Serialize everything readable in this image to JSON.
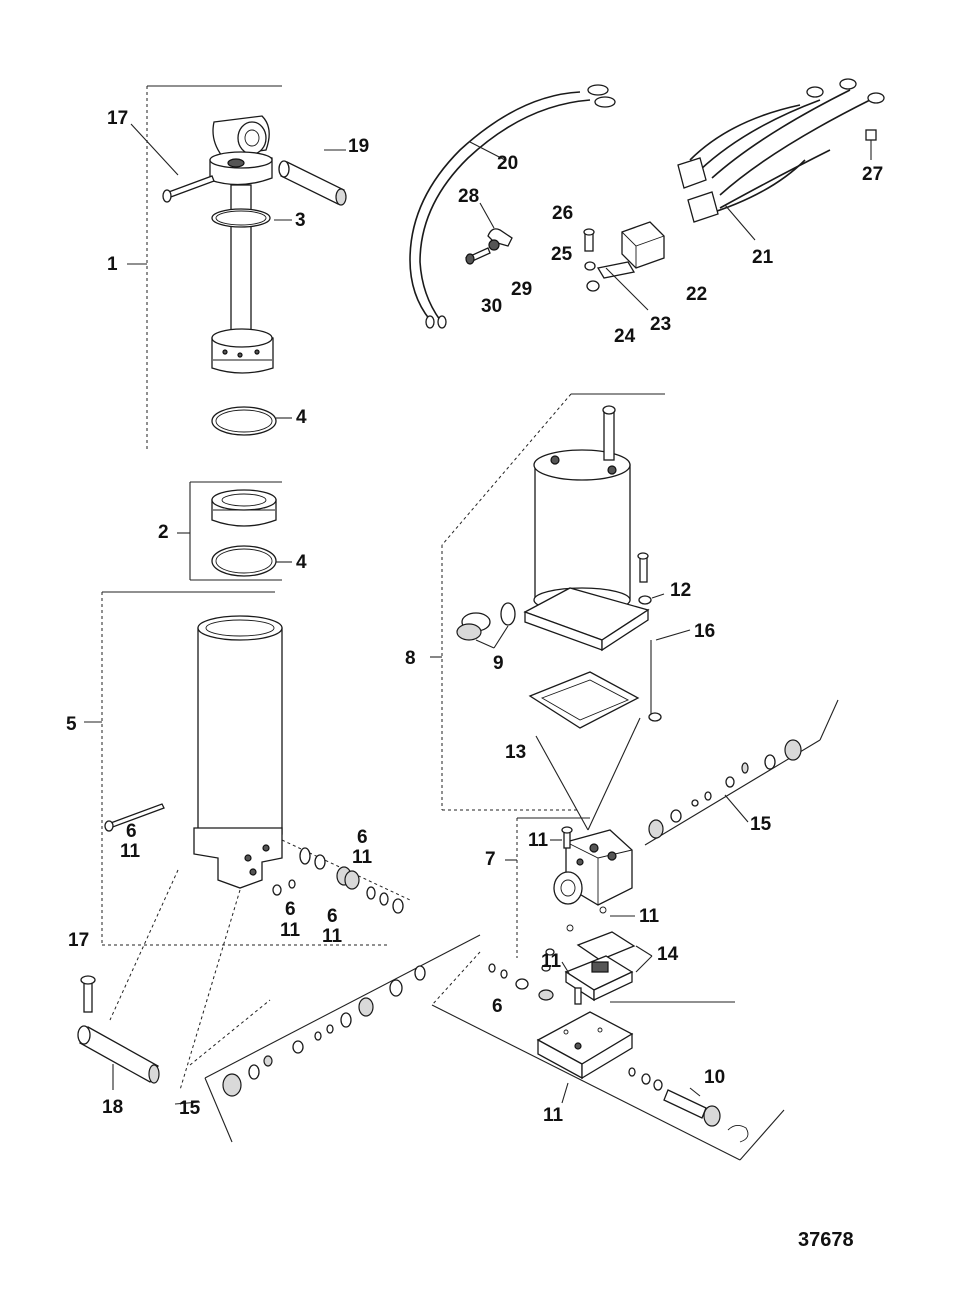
{
  "diagram": {
    "figure_number": "37678",
    "callouts": [
      {
        "id": "c17a",
        "text": "17"
      },
      {
        "id": "c19",
        "text": "19"
      },
      {
        "id": "c3",
        "text": "3"
      },
      {
        "id": "c1",
        "text": "1"
      },
      {
        "id": "c4a",
        "text": "4"
      },
      {
        "id": "c2",
        "text": "2"
      },
      {
        "id": "c4b",
        "text": "4"
      },
      {
        "id": "c5",
        "text": "5"
      },
      {
        "id": "c6a",
        "text": "6"
      },
      {
        "id": "c11a",
        "text": "11"
      },
      {
        "id": "c6b",
        "text": "6"
      },
      {
        "id": "c11b",
        "text": "11"
      },
      {
        "id": "c6c",
        "text": "6"
      },
      {
        "id": "c11c",
        "text": "11"
      },
      {
        "id": "c6d",
        "text": "6"
      },
      {
        "id": "c11d",
        "text": "11"
      },
      {
        "id": "c17b",
        "text": "17"
      },
      {
        "id": "c18",
        "text": "18"
      },
      {
        "id": "c15a",
        "text": "15"
      },
      {
        "id": "c20",
        "text": "20"
      },
      {
        "id": "c28",
        "text": "28"
      },
      {
        "id": "c30",
        "text": "30"
      },
      {
        "id": "c29",
        "text": "29"
      },
      {
        "id": "c26",
        "text": "26"
      },
      {
        "id": "c25",
        "text": "25"
      },
      {
        "id": "c24",
        "text": "24"
      },
      {
        "id": "c23",
        "text": "23"
      },
      {
        "id": "c22",
        "text": "22"
      },
      {
        "id": "c21",
        "text": "21"
      },
      {
        "id": "c27",
        "text": "27"
      },
      {
        "id": "c12",
        "text": "12"
      },
      {
        "id": "c16",
        "text": "16"
      },
      {
        "id": "c8",
        "text": "8"
      },
      {
        "id": "c9",
        "text": "9"
      },
      {
        "id": "c13",
        "text": "13"
      },
      {
        "id": "c15b",
        "text": "15"
      },
      {
        "id": "c7",
        "text": "7"
      },
      {
        "id": "c11e",
        "text": "11"
      },
      {
        "id": "c11f",
        "text": "11"
      },
      {
        "id": "c11g",
        "text": "11"
      },
      {
        "id": "c14",
        "text": "14"
      },
      {
        "id": "c6e",
        "text": "6"
      },
      {
        "id": "c10",
        "text": "10"
      },
      {
        "id": "c11h",
        "text": "11"
      }
    ]
  }
}
